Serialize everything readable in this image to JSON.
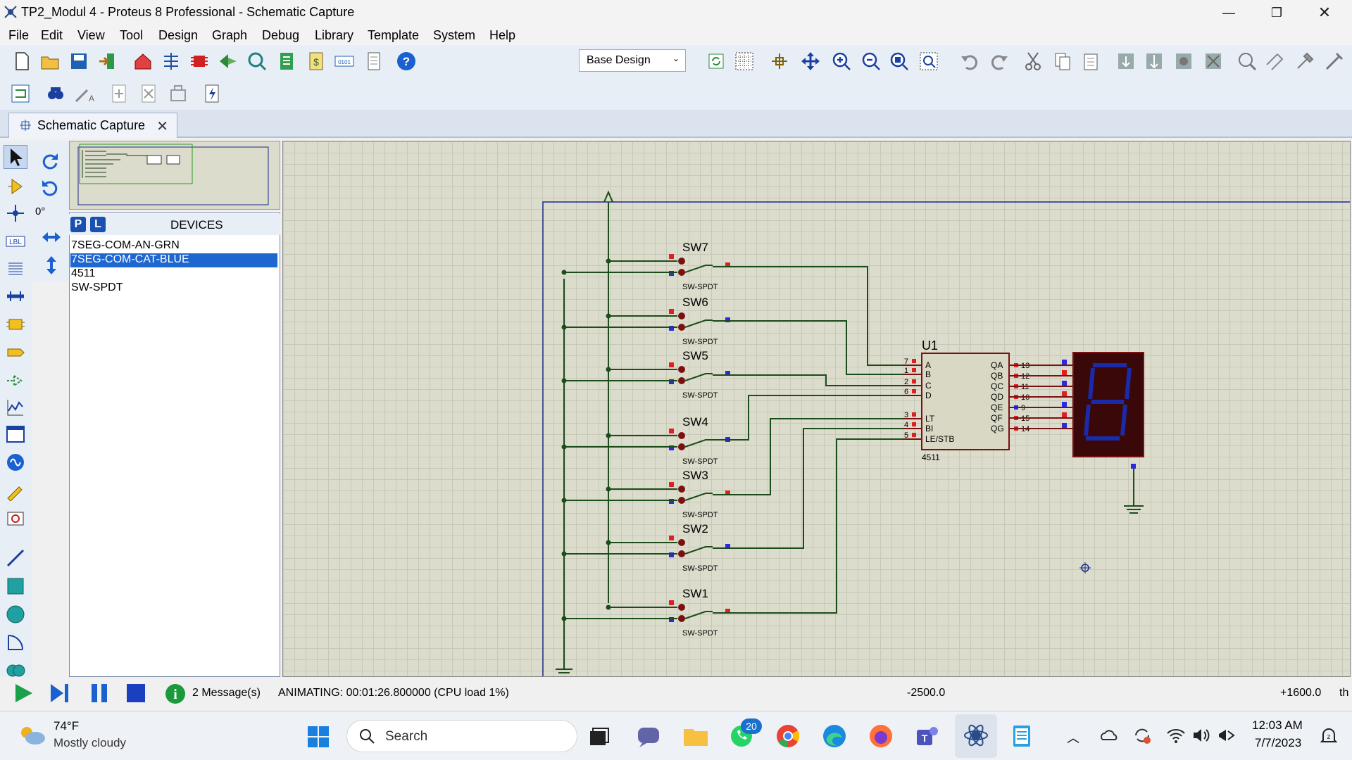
{
  "window": {
    "title": "TP2_Modul 4 - Proteus 8 Professional - Schematic Capture"
  },
  "menu": [
    "File",
    "Edit",
    "View",
    "Tool",
    "Design",
    "Graph",
    "Debug",
    "Library",
    "Template",
    "System",
    "Help"
  ],
  "toolbar": {
    "design_select": "Base Design"
  },
  "tab": {
    "label": "Schematic Capture"
  },
  "rotation": "0°",
  "devices": {
    "header": "DEVICES",
    "p_button": "P",
    "l_button": "L",
    "items": [
      "7SEG-COM-AN-GRN",
      "7SEG-COM-CAT-BLUE",
      "4511",
      "SW-SPDT"
    ],
    "selected_index": 1
  },
  "schematic": {
    "switches": [
      {
        "name": "SW7",
        "type": "SW-SPDT"
      },
      {
        "name": "SW6",
        "type": "SW-SPDT"
      },
      {
        "name": "SW5",
        "type": "SW-SPDT"
      },
      {
        "name": "SW4",
        "type": "SW-SPDT"
      },
      {
        "name": "SW3",
        "type": "SW-SPDT"
      },
      {
        "name": "SW2",
        "type": "SW-SPDT"
      },
      {
        "name": "SW1",
        "type": "SW-SPDT"
      }
    ],
    "ic": {
      "ref": "U1",
      "part": "4511",
      "left_pins": [
        {
          "num": "7",
          "name": "A"
        },
        {
          "num": "1",
          "name": "B"
        },
        {
          "num": "2",
          "name": "C"
        },
        {
          "num": "6",
          "name": "D"
        },
        {
          "num": "3",
          "name": "LT"
        },
        {
          "num": "4",
          "name": "BI"
        },
        {
          "num": "5",
          "name": "LE/STB"
        }
      ],
      "right_pins": [
        {
          "num": "13",
          "name": "QA"
        },
        {
          "num": "12",
          "name": "QB"
        },
        {
          "num": "11",
          "name": "QC"
        },
        {
          "num": "10",
          "name": "QD"
        },
        {
          "num": "9",
          "name": "QE"
        },
        {
          "num": "15",
          "name": "QF"
        },
        {
          "num": "14",
          "name": "QG"
        }
      ]
    },
    "display_digit": "8",
    "colors": {
      "wire": "#1a4d1a",
      "component": "#7a1010",
      "sheet_border": "#1a2a8a",
      "display_bg": "#3a0808",
      "segment": "#1a2aa8"
    }
  },
  "statusbar": {
    "messages": "2 Message(s)",
    "animating": "ANIMATING: 00:01:26.800000 (CPU load 1%)",
    "coord_x": "-2500.0",
    "coord_y": "+1600.0",
    "units": "th"
  },
  "taskbar": {
    "weather_temp": "74°F",
    "weather_desc": "Mostly cloudy",
    "search_label": "Search",
    "whatsapp_badge": "20",
    "time": "12:03 AM",
    "date": "7/7/2023"
  }
}
